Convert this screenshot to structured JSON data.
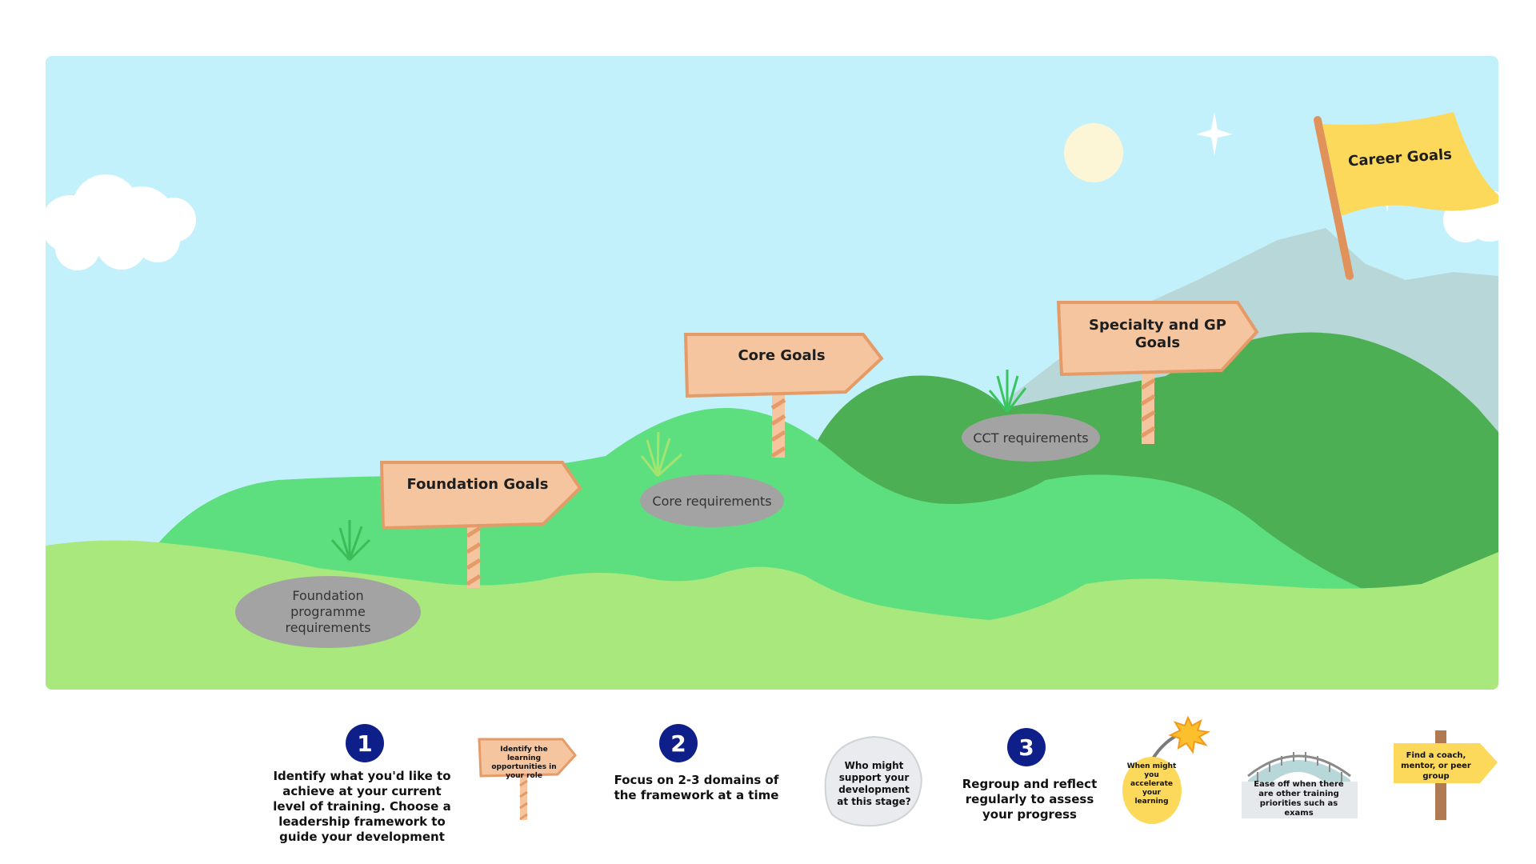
{
  "scene": {
    "colors": {
      "sky": "#c2f1fb",
      "front_hill": "#a8e87c",
      "mid_hill": "#5ddf80",
      "back_hill": "#4daf53",
      "mountain": "#b8d7d9",
      "sign": "#f4c59e",
      "flag": "#fcd95b",
      "oval": "#a3a3a3",
      "sun": "#fdf6d6"
    },
    "signs": {
      "foundation": "Foundation Goals",
      "core": "Core Goals",
      "specialty": "Specialty and GP Goals"
    },
    "requirements": {
      "foundation": "Foundation programme requirements",
      "core": "Core requirements",
      "cct": "CCT requirements"
    },
    "flag_label": "Career Goals"
  },
  "steps": [
    {
      "number": "1",
      "text": "Identify what you'd like to achieve at your current level of training. Choose a leadership framework to guide your development"
    },
    {
      "number": "2",
      "text": "Focus on 2-3 domains of the framework at a time"
    },
    {
      "number": "3",
      "text": "Regroup and reflect regularly to assess your progress"
    }
  ],
  "tips": {
    "sign": "Identify the learning opportunities in your role",
    "bubble": "Who might support your development at this stage?",
    "bomb": "When might you accelerate your learning",
    "bridge": "Ease off when there are other training priorities such as exams",
    "arrow": "Find a coach, mentor, or peer group"
  },
  "icons": [
    "sun-icon",
    "sparkle-icon",
    "cloud-icon",
    "grass-icon",
    "signpost-icon",
    "flag-icon",
    "bomb-icon",
    "bridge-icon",
    "speech-bubble-icon"
  ]
}
